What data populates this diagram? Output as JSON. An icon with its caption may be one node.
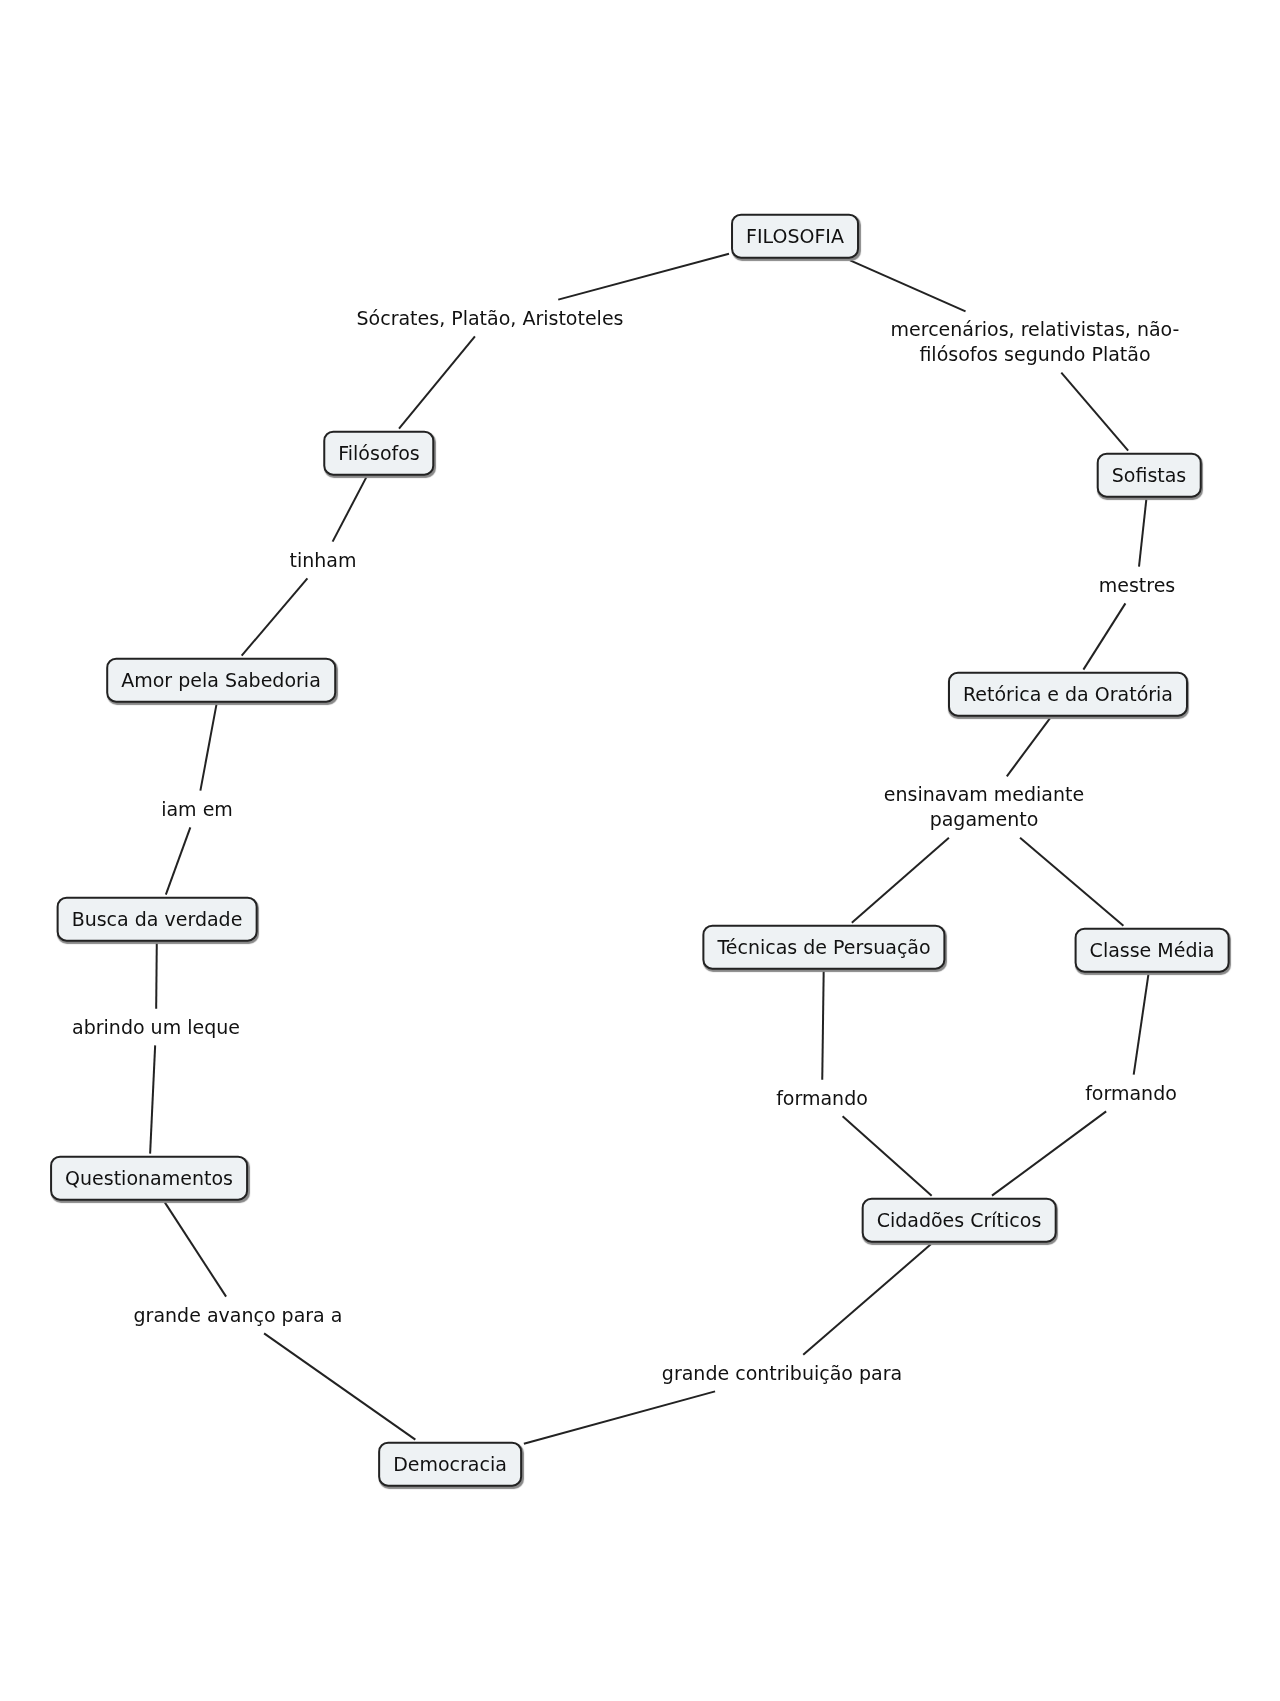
{
  "diagram": {
    "nodes": [
      {
        "text": [
          "FILOSOFIA"
        ]
      },
      {
        "text": [
          "Sócrates, Platão, Aristoteles"
        ]
      },
      {
        "text": [
          "Filósofos"
        ]
      },
      {
        "text": [
          "tinham"
        ]
      },
      {
        "text": [
          "Amor pela Sabedoria"
        ]
      },
      {
        "text": [
          "iam em"
        ]
      },
      {
        "text": [
          "Busca da verdade"
        ]
      },
      {
        "text": [
          "abrindo um leque"
        ]
      },
      {
        "text": [
          "Questionamentos"
        ]
      },
      {
        "text": [
          "grande avanço para a"
        ]
      },
      {
        "text": [
          "Democracia"
        ]
      },
      {
        "text": [
          "mercenários, relativistas, não-filósofos segundo Platão"
        ]
      },
      {
        "text": [
          "Sofistas"
        ]
      },
      {
        "text": [
          "mestres"
        ]
      },
      {
        "text": [
          "Retórica e da Oratória"
        ]
      },
      {
        "text": [
          "ensinavam mediante pagamento"
        ]
      },
      {
        "text": [
          "Técnicas de Persuação"
        ]
      },
      {
        "text": [
          "Classe Média"
        ]
      },
      {
        "text": [
          "formando"
        ]
      },
      {
        "text": [
          "formando"
        ]
      },
      {
        "text": [
          "Cidadões Críticos"
        ]
      },
      {
        "text": [
          "grande contribuição para"
        ]
      }
    ],
    "edges": [
      {
        "from": 0,
        "to": 1,
        "arrow": "none"
      },
      {
        "from": 1,
        "to": 2,
        "arrow": "none"
      },
      {
        "from": 2,
        "to": 3,
        "arrow": "none"
      },
      {
        "from": 3,
        "to": 4,
        "arrow": "none"
      },
      {
        "from": 4,
        "to": 5,
        "arrow": "none"
      },
      {
        "from": 5,
        "to": 6,
        "arrow": "none"
      },
      {
        "from": 6,
        "to": 7,
        "arrow": "none"
      },
      {
        "from": 7,
        "to": 8,
        "arrow": "none"
      },
      {
        "from": 8,
        "to": 9,
        "arrow": "none"
      },
      {
        "from": 9,
        "to": 10,
        "arrow": "none"
      },
      {
        "from": 0,
        "to": 11,
        "arrow": "none"
      },
      {
        "from": 11,
        "to": 12,
        "arrow": "none"
      },
      {
        "from": 12,
        "to": 13,
        "arrow": "none"
      },
      {
        "from": 13,
        "to": 14,
        "arrow": "none"
      },
      {
        "from": 14,
        "to": 15,
        "arrow": "none"
      },
      {
        "from": 15,
        "to": 16,
        "arrow": "none"
      },
      {
        "from": 15,
        "to": 17,
        "arrow": "none"
      },
      {
        "from": 16,
        "to": 18,
        "arrow": "none"
      },
      {
        "from": 17,
        "to": 19,
        "arrow": "none"
      },
      {
        "from": 18,
        "to": 20,
        "arrow": "none"
      },
      {
        "from": 19,
        "to": 20,
        "arrow": "none"
      },
      {
        "from": 20,
        "to": 21,
        "arrow": "none"
      },
      {
        "from": 21,
        "to": 10,
        "arrow": "none"
      }
    ]
  }
}
